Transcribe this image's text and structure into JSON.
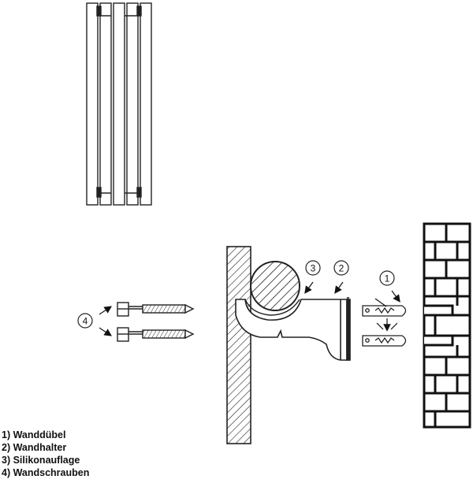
{
  "callouts": [
    {
      "number": "1",
      "label": "Wanddübel"
    },
    {
      "number": "2",
      "label": "Wandhalter"
    },
    {
      "number": "3",
      "label": "Silikonauflage"
    },
    {
      "number": "4",
      "label": "Wandschrauben"
    }
  ],
  "legend": [
    "1) Wanddübel",
    "2) Wandhalter",
    "3) Silikonauflage",
    "4) Wandschrauben"
  ]
}
